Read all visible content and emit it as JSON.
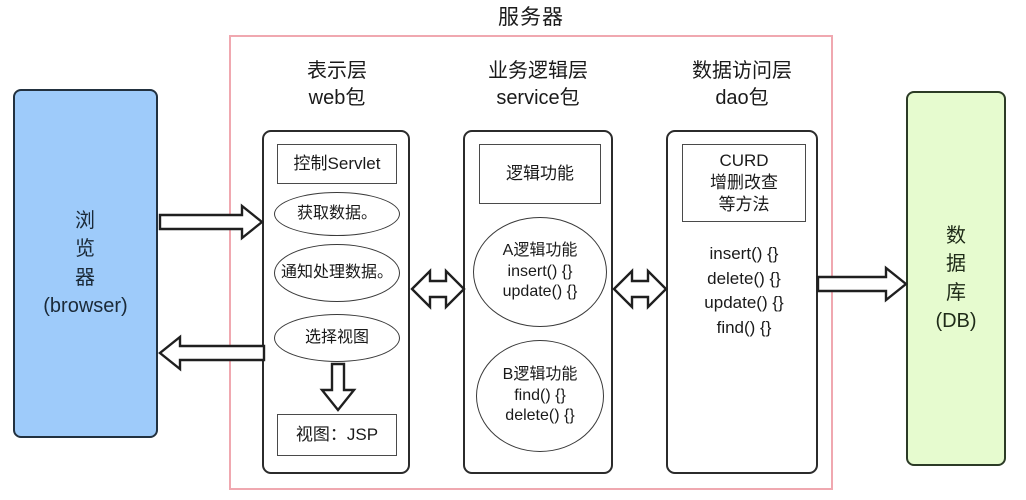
{
  "diagram": {
    "title": "服务器",
    "colors": {
      "browser_fill": "#9ecbfa",
      "browser_stroke": "#22313f",
      "db_fill": "#e6fbcf",
      "db_stroke": "#2c3b26",
      "server_frame_stroke": "#f0a8b0",
      "box_stroke": "#2b2b2b",
      "text": "#1a1a1a"
    },
    "client": {
      "line1": "浏",
      "line2": "览",
      "line3": "器",
      "line4": "(browser)"
    },
    "database": {
      "line1": "数",
      "line2": "据",
      "line3": "库",
      "line4": "(DB)"
    },
    "layers": [
      {
        "id": "web",
        "title_cn": "表示层",
        "title_pkg": "web包",
        "header_box": "控制Servlet",
        "nodes": [
          {
            "id": "fetch-data",
            "label": "获取数据。"
          },
          {
            "id": "notify-process",
            "label": "通知处理数据。"
          },
          {
            "id": "choose-view",
            "label": "选择视图"
          }
        ],
        "footer_box": "视图：JSP"
      },
      {
        "id": "service",
        "title_cn": "业务逻辑层",
        "title_pkg": "service包",
        "header_box": "逻辑功能",
        "nodes": [
          {
            "id": "logic-a",
            "label": "A逻辑功能\ninsert() {}\nupdate() {}"
          },
          {
            "id": "logic-b",
            "label": "B逻辑功能\nfind() {}\ndelete() {}"
          }
        ]
      },
      {
        "id": "dao",
        "title_cn": "数据访问层",
        "title_pkg": "dao包",
        "header_box": "CURD\n增删改查\n等方法",
        "methods": "insert() {}\ndelete() {}\nupdate() {}\nfind() {}"
      }
    ],
    "arrows": [
      {
        "id": "browser-to-web",
        "direction": "right"
      },
      {
        "id": "web-to-browser",
        "direction": "left"
      },
      {
        "id": "web-service",
        "direction": "both"
      },
      {
        "id": "service-dao",
        "direction": "both"
      },
      {
        "id": "dao-to-db",
        "direction": "right"
      },
      {
        "id": "choose-view-to-jsp",
        "direction": "down"
      }
    ]
  }
}
